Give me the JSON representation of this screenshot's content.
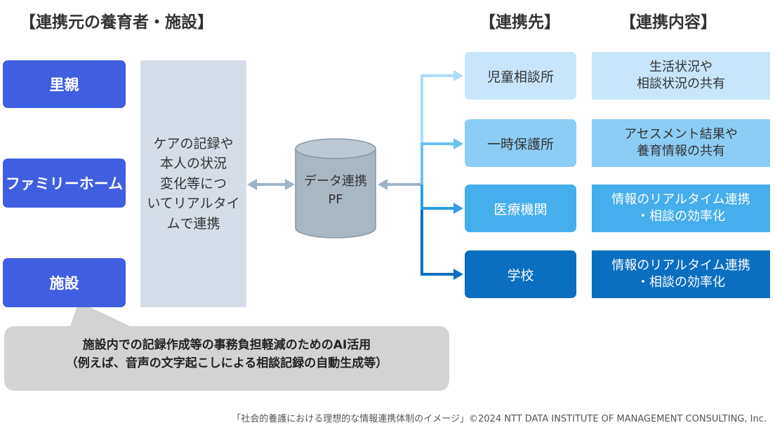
{
  "headings": {
    "source": "【連携元の養育者・施設】",
    "target": "【連携先】",
    "content": "【連携内容】"
  },
  "sources": [
    {
      "label": "里親"
    },
    {
      "label": "ファミリーホーム"
    },
    {
      "label": "施設"
    }
  ],
  "care_record": "ケアの記録や\n本人の状況\n変化等につ\nいてリアルタイ\nムで連携",
  "platform": {
    "line1": "データ連携",
    "line2": "PF"
  },
  "targets": [
    {
      "label": "児童相談所",
      "content": "生活状況や\n相談状況の共有",
      "fill": "#c7e6fb",
      "content_fill": "#c7e6fb",
      "text": "#333333",
      "arrow": "#a9dcf8"
    },
    {
      "label": "一時保護所",
      "content": "アセスメント結果や\n養育情報の共有",
      "fill": "#8ccdf5",
      "content_fill": "#8ccdf5",
      "text": "#333333",
      "arrow": "#6dc0f2"
    },
    {
      "label": "医療機関",
      "content": "情報のリアルタイム連携\n・相談の効率化",
      "fill": "#45aeec",
      "content_fill": "#45aeec",
      "text": "#ffffff",
      "arrow": "#2f9ee6"
    },
    {
      "label": "学校",
      "content": "情報のリアルタイム連携\n・相談の効率化",
      "fill": "#0a6fc0",
      "content_fill": "#0a6fc0",
      "text": "#ffffff",
      "arrow": "#0a6fc0"
    }
  ],
  "callout": "施設内での記録作成等の事務負担軽減のためのAI活用\n（例えば、音声の文字起こしによる相談記録の自動生成等）",
  "footer": "「社会的養護における理想的な情報連携体制のイメージ」©2024 NTT DATA INSTITUTE OF MANAGEMENT CONSULTING, Inc.",
  "colors": {
    "source_fill": "#3f5fe0",
    "care_fill": "#d5dee8",
    "cylinder_fill": "#a9b7c3",
    "cylinder_top": "#bcc8d2",
    "callout_fill": "#d3d3d3",
    "double_arrow": "#9fb2c8"
  }
}
